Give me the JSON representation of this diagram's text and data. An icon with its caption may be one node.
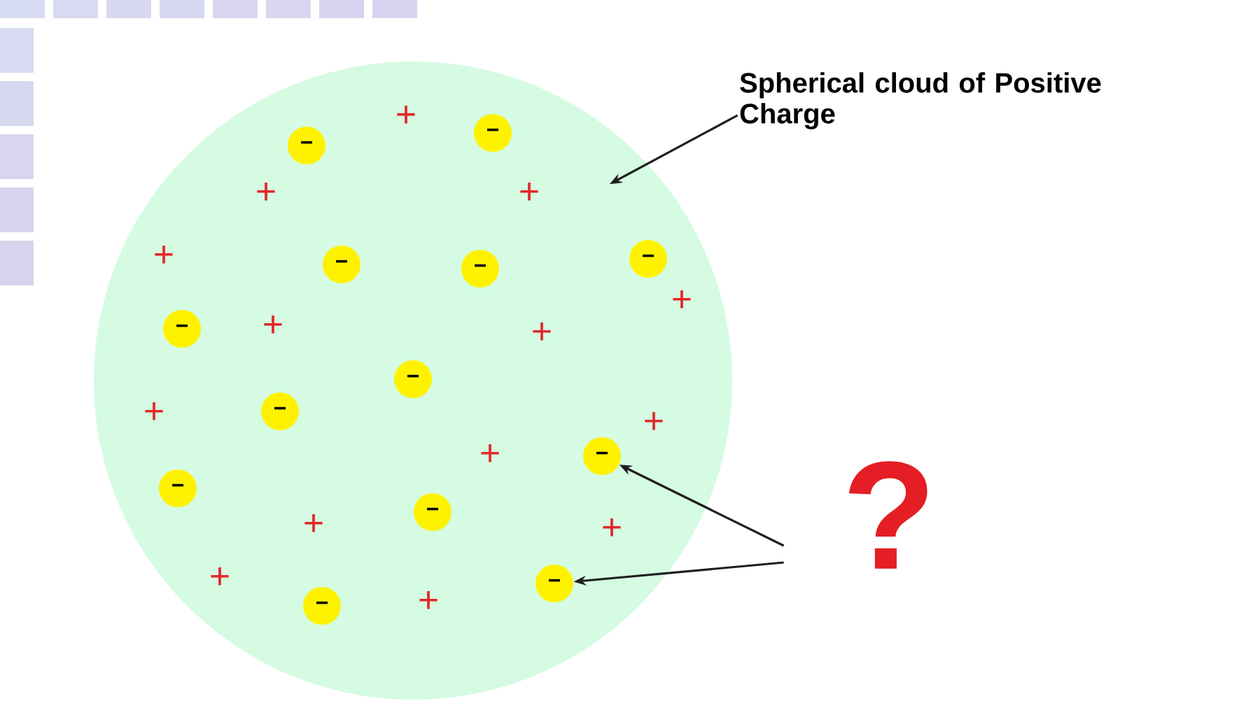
{
  "diagram": {
    "nodes": [
      {
        "text": [],
        "shape": "circle"
      },
      {
        "text": [
          "−"
        ],
        "in": 0
      },
      {
        "text": [
          "−"
        ],
        "in": 0
      },
      {
        "text": [
          "−"
        ],
        "in": 0
      },
      {
        "text": [
          "−"
        ],
        "in": 0
      },
      {
        "text": [
          "−"
        ],
        "in": 0
      },
      {
        "text": [
          "−"
        ],
        "in": 0
      },
      {
        "text": [
          "−"
        ],
        "in": 0
      },
      {
        "text": [
          "−"
        ],
        "in": 0
      },
      {
        "text": [
          "−"
        ],
        "in": 0
      },
      {
        "text": [
          "−"
        ],
        "in": 0
      },
      {
        "text": [
          "−"
        ],
        "in": 0
      },
      {
        "text": [
          "−"
        ],
        "in": 0
      },
      {
        "text": [
          "−"
        ],
        "in": 0
      },
      {
        "text": [
          "Spherical cloud of Positive Charge"
        ]
      },
      {
        "text": [
          "?"
        ]
      }
    ],
    "edges": [
      {
        "from": 14,
        "to": 0,
        "arrow": "to"
      },
      {
        "from": 15,
        "to": 9,
        "arrow": "to"
      },
      {
        "from": 15,
        "to": 12,
        "arrow": "to"
      }
    ],
    "labels": [
      "+",
      "+",
      "+",
      "+",
      "+",
      "+",
      "+",
      "+",
      "+",
      "+",
      "+",
      "+",
      "+",
      "+"
    ]
  }
}
